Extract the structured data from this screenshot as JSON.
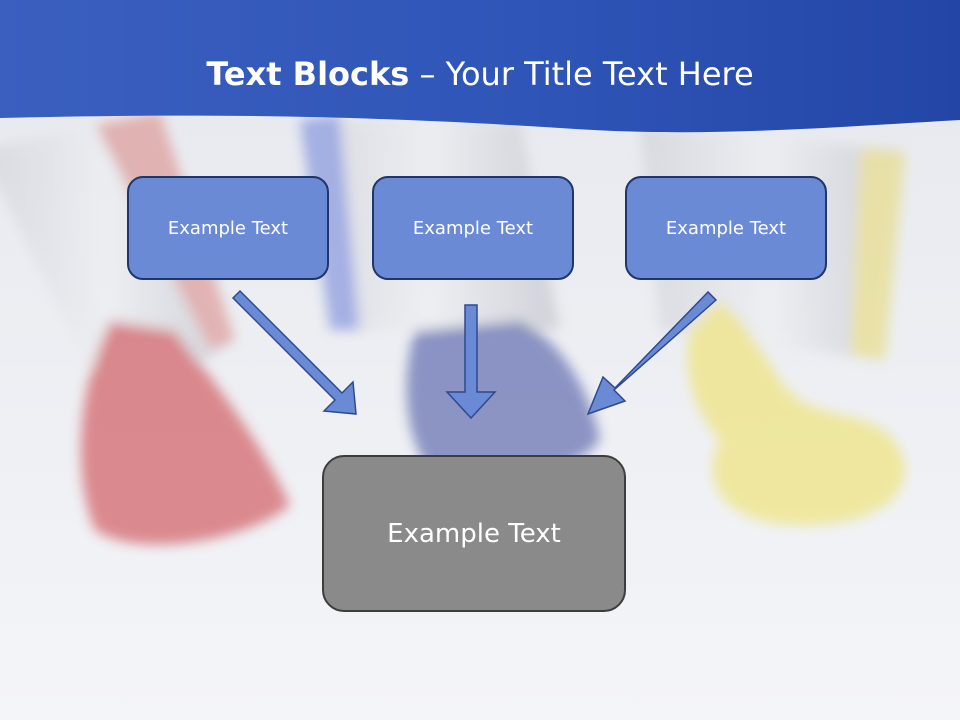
{
  "slide": {
    "title_bold": "Text Blocks",
    "title_rest": " – Your Title Text Here"
  },
  "diagram": {
    "top_boxes": [
      {
        "label": "Example Text"
      },
      {
        "label": "Example Text"
      },
      {
        "label": "Example Text"
      }
    ],
    "target_box": {
      "label": "Example Text"
    }
  },
  "colors": {
    "header_blue": "#2f55b8",
    "top_box_fill": "#6b8ad6",
    "top_box_border": "#1f3668",
    "target_box_fill": "#8a8a8a",
    "arrow_fill": "#6b8ad6"
  }
}
